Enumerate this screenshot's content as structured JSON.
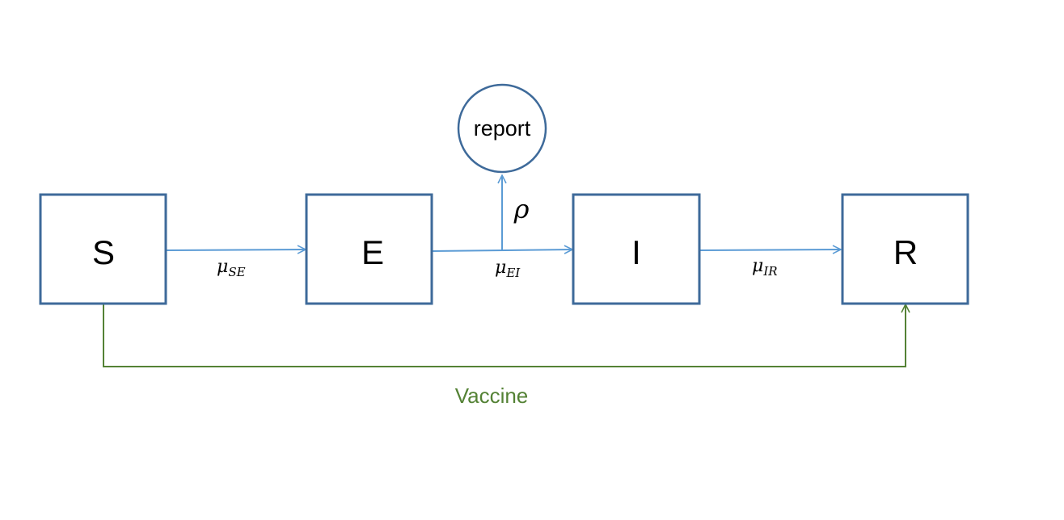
{
  "nodes": {
    "s": "S",
    "e": "E",
    "i": "I",
    "r": "R",
    "report": "report"
  },
  "rates": {
    "se": {
      "symbol": "μ",
      "subscript": "SE"
    },
    "ei": {
      "symbol": "μ",
      "subscript": "EI"
    },
    "ir": {
      "symbol": "μ",
      "subscript": "IR"
    },
    "report": "ρ"
  },
  "vaccine": "Vaccine",
  "colors": {
    "node_border": "#3e6a9a",
    "flow_arrow": "#5b9bd5",
    "vaccine": "#548235",
    "text": "#000000"
  }
}
